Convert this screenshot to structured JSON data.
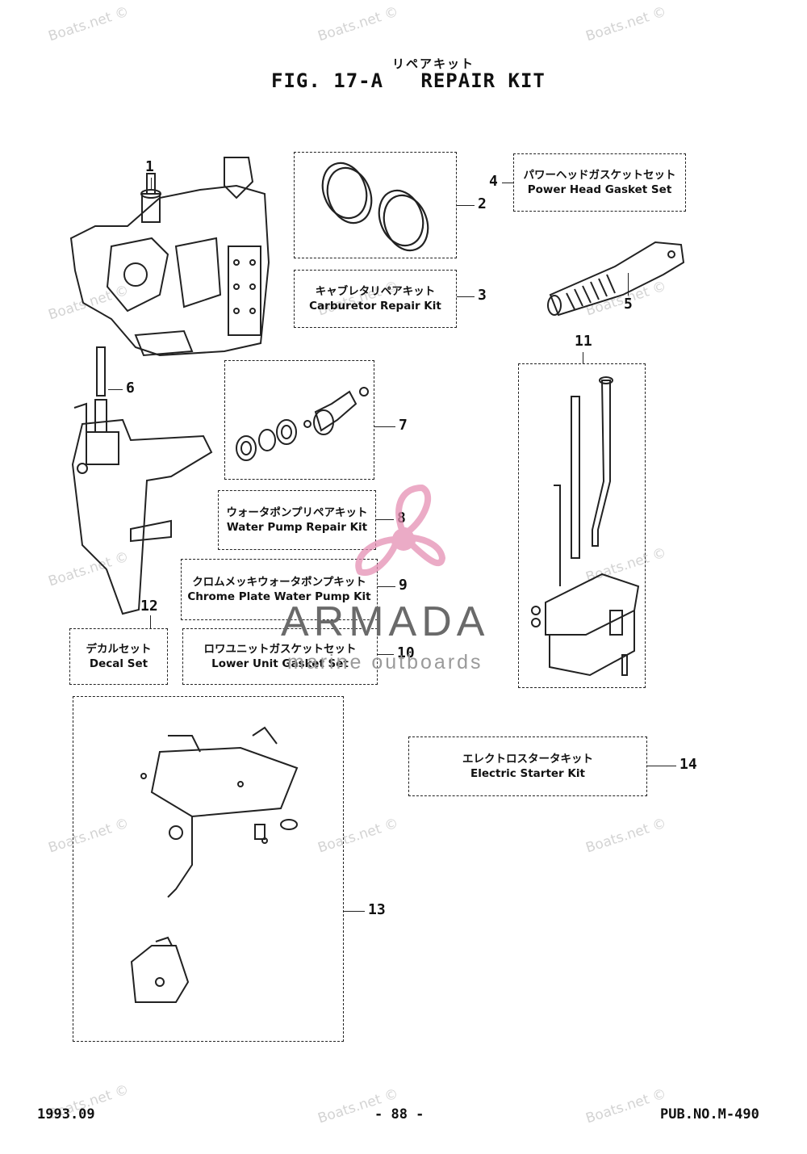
{
  "header": {
    "title_jp": "リペアキット",
    "title": "FIG. 17-A   REPAIR KIT"
  },
  "callouts": [
    "1",
    "2",
    "3",
    "4",
    "5",
    "6",
    "7",
    "8",
    "9",
    "10",
    "11",
    "12",
    "13",
    "14"
  ],
  "kits": {
    "power_head": {
      "jp": "パワーヘッドガスケットセット",
      "en": "Power Head Gasket Set"
    },
    "carburetor": {
      "jp": "キャブレタリペアキット",
      "en": "Carburetor Repair Kit"
    },
    "water_pump": {
      "jp": "ウォータポンプリペアキット",
      "en": "Water Pump Repair Kit"
    },
    "chrome_pump": {
      "jp": "クロムメッキウォータポンプキット",
      "en": "Chrome Plate Water Pump Kit"
    },
    "decal": {
      "jp": "デカルセット",
      "en": "Decal Set"
    },
    "lower_unit": {
      "jp": "ロワユニットガスケットセット",
      "en": "Lower Unit Gasket Set"
    },
    "electric_starter": {
      "jp": "エレクトロスタータキット",
      "en": "Electric Starter Kit"
    }
  },
  "watermark": {
    "text": "Boats.net ©",
    "brand": "ARMADA",
    "brand_sub": "marine outboards",
    "brand_color": "#e58fb3"
  },
  "footer": {
    "date": "1993.09",
    "page": "- 88 -",
    "pub": "PUB.NO.M-490"
  }
}
